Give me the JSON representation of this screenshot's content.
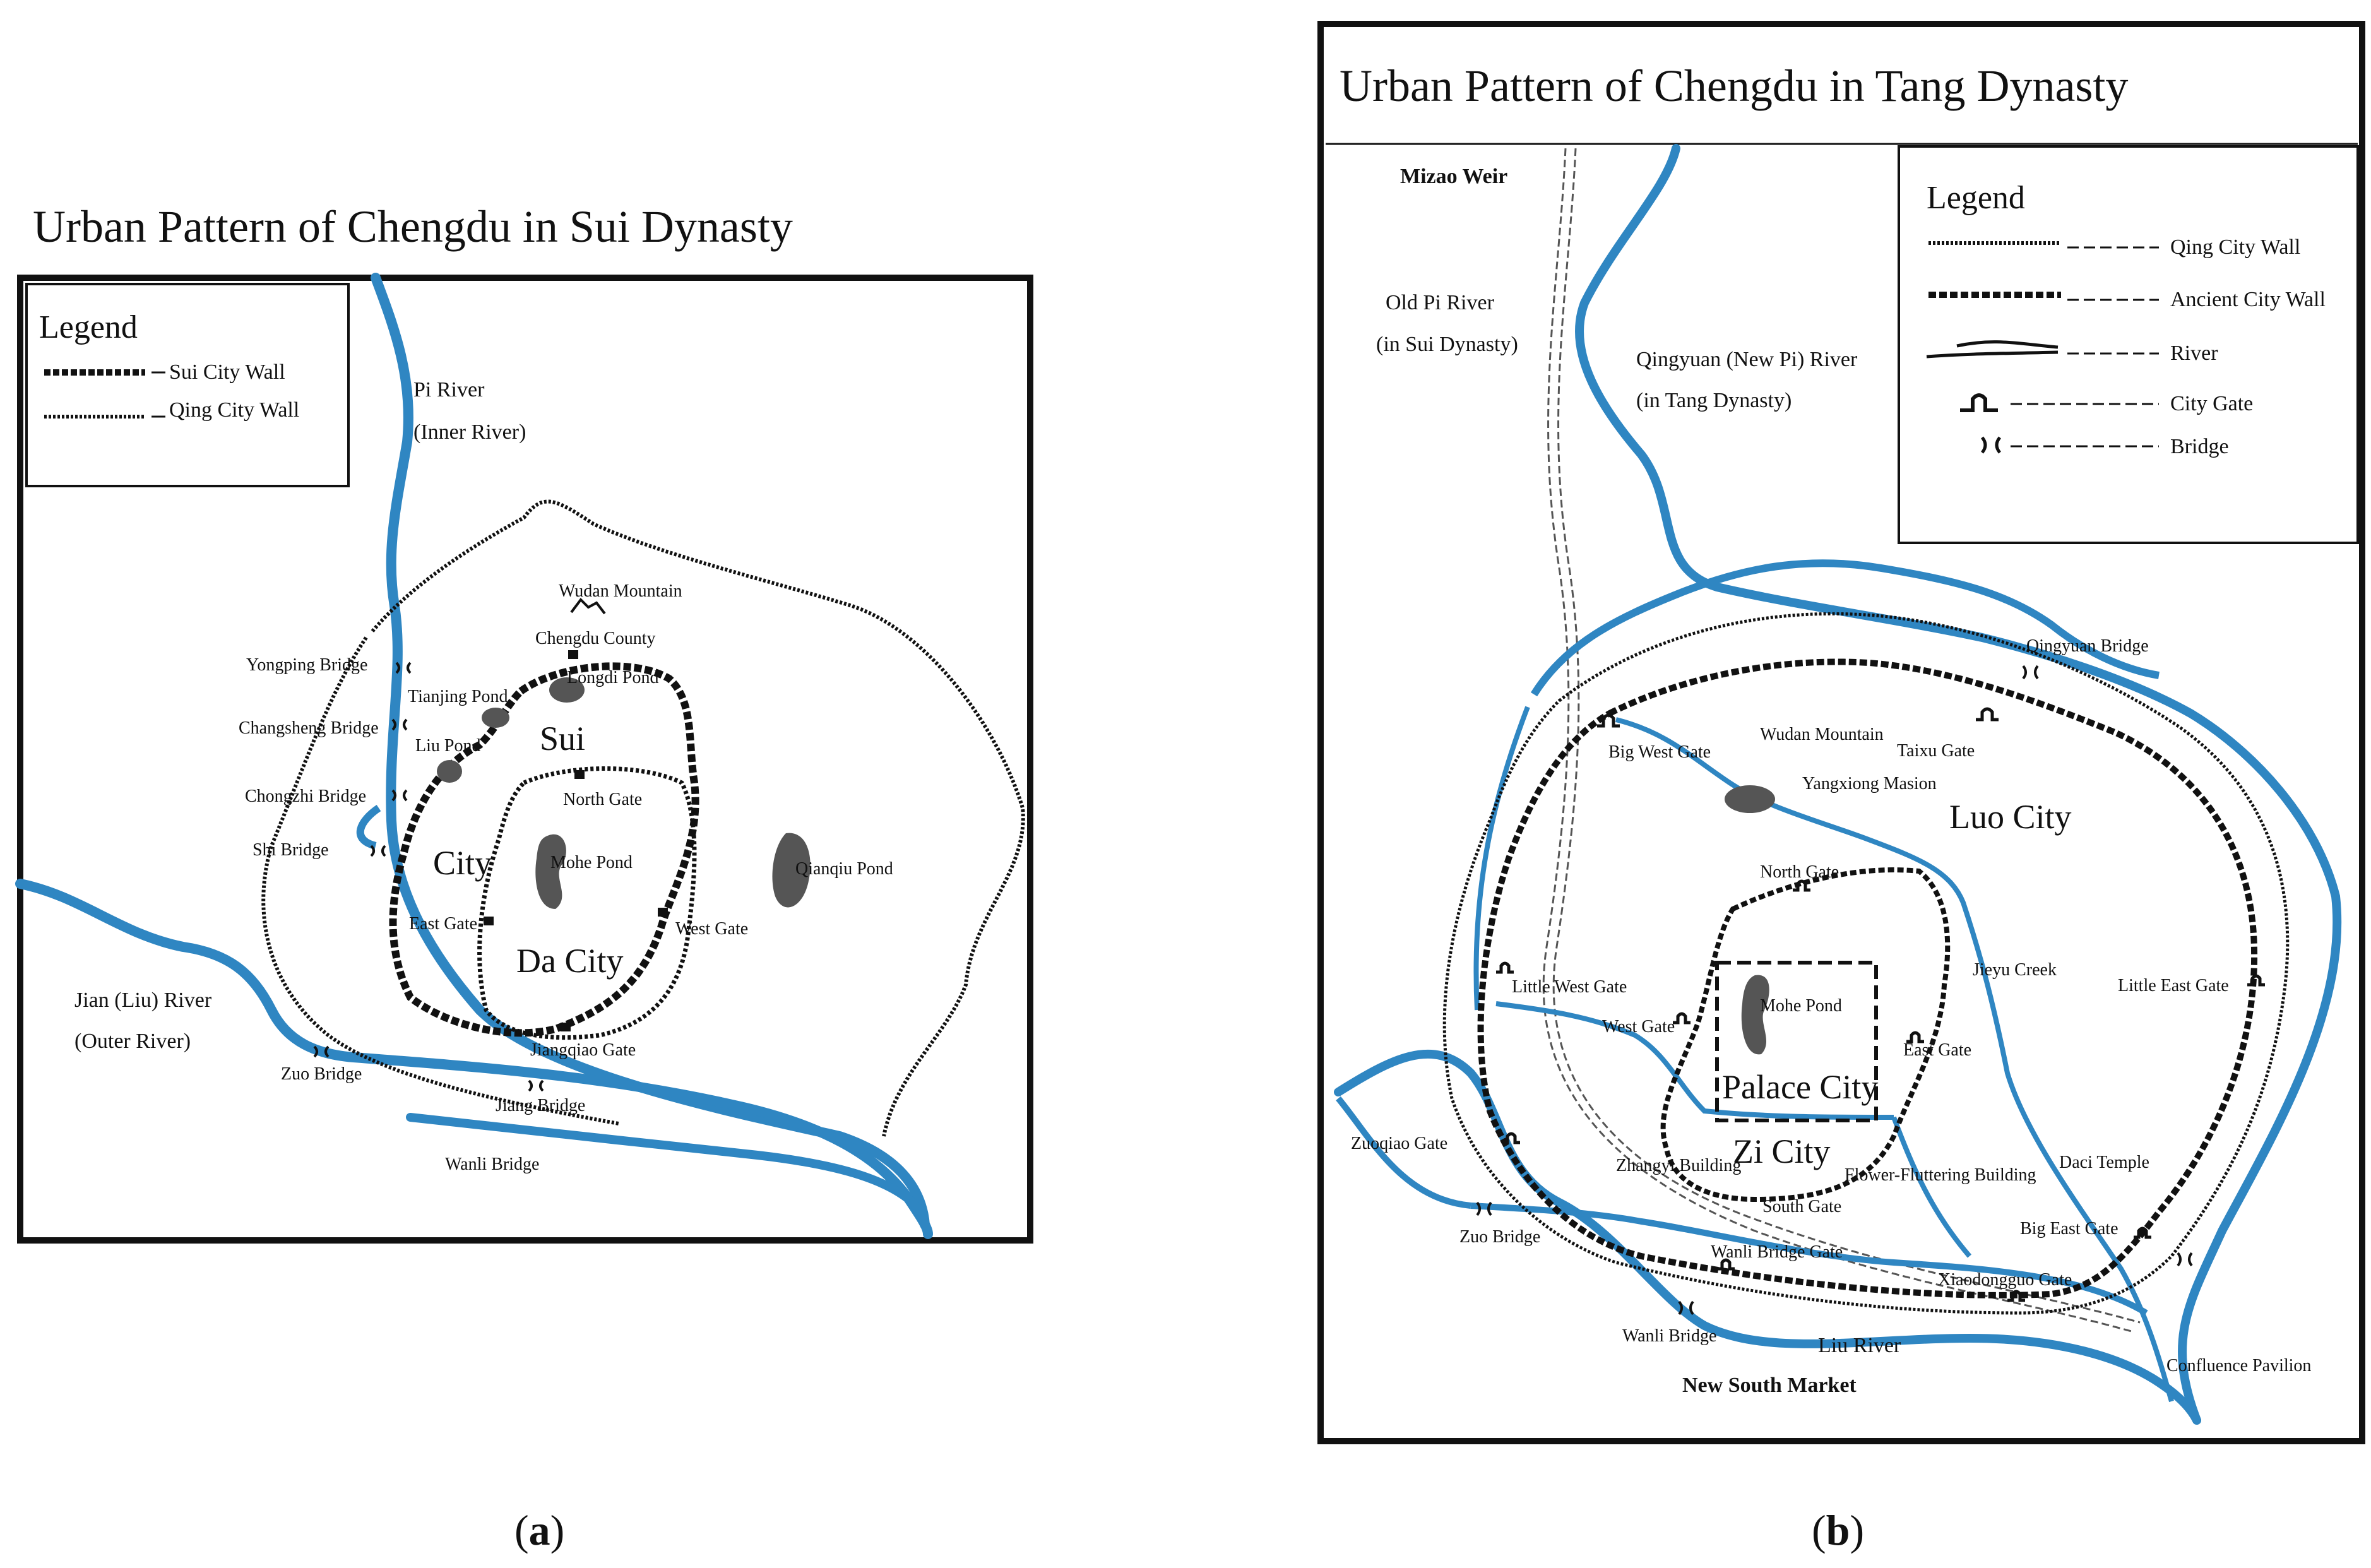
{
  "colors": {
    "river": "#2f86c2",
    "ink": "#111111",
    "pond": "#555555",
    "paper": "#ffffff"
  },
  "panel_a": {
    "title": "Urban Pattern of Chengdu in Sui Dynasty",
    "caption_prefix": "(",
    "caption_letter": "a",
    "caption_suffix": ")",
    "legend": {
      "title": "Legend",
      "items": [
        "Sui City Wall",
        "Qing City Wall"
      ]
    },
    "labels": {
      "pi_river": "Pi River",
      "inner_river": "(Inner River)",
      "jian_river": "Jian (Liu) River",
      "outer_river": "(Outer River)",
      "wudan": "Wudan Mountain",
      "chengdu_county": "Chengdu County",
      "longdi": "Longdi Pond",
      "tianjing": "Tianjing Pond",
      "liu_pond": "Liu Pond",
      "sui": "Sui",
      "city": "City",
      "da_city": "Da City",
      "north_gate": "North Gate",
      "mohe": "Mohe Pond",
      "qianqiu": "Qianqiu Pond",
      "east_gate": "East Gate",
      "west_gate": "West Gate",
      "jiangqiao": "Jiangqiao Gate",
      "yongping": "Yongping Bridge",
      "changsheng": "Changsheng Bridge",
      "chongzhi": "Chongzhi Bridge",
      "shi": "Shi Bridge",
      "zuo": "Zuo Bridge",
      "jiang": "Jiang Bridge",
      "wanli": "Wanli Bridge"
    }
  },
  "panel_b": {
    "title": "Urban Pattern of Chengdu in Tang Dynasty",
    "caption_prefix": "(",
    "caption_letter": "b",
    "caption_suffix": ")",
    "legend": {
      "title": "Legend",
      "items": [
        "Qing City Wall",
        "Ancient City Wall",
        "River",
        "City Gate",
        "Bridge"
      ]
    },
    "labels": {
      "mizao": "Mizao Weir",
      "old_pi": "Old Pi River",
      "in_sui": "(in Sui Dynasty)",
      "qingyuan": "Qingyuan (New Pi) River",
      "in_tang": "(in Tang Dynasty)",
      "qingyuan_bridge": "Qingyuan Bridge",
      "big_west": "Big West Gate",
      "wudan": "Wudan Mountain",
      "taixu": "Taixu Gate",
      "yangxiong": "Yangxiong Masion",
      "luo": "Luo City",
      "north_gate": "North Gate",
      "jieyu": "Jieyu Creek",
      "little_west": "Little West Gate",
      "little_east": "Little East Gate",
      "mohe": "Mohe Pond",
      "west_gate": "West Gate",
      "east_gate": "East Gate",
      "palace": "Palace City",
      "zi": "Zi City",
      "zuoqiao": "Zuoqiao Gate",
      "zhangyi": "Zhangyi Building",
      "flower": "Flower-Fluttering Building",
      "daci": "Daci Temple",
      "south_gate": "South Gate",
      "big_east": "Big East Gate",
      "zuo": "Zuo Bridge",
      "wanli_gate": "Wanli Bridge Gate",
      "xiaodongguo": "Xiaodongguo Gate",
      "wanli": "Wanli Bridge",
      "liu": "Liu River",
      "new_south": "New South Market",
      "confluence": "Confluence Pavilion"
    }
  }
}
